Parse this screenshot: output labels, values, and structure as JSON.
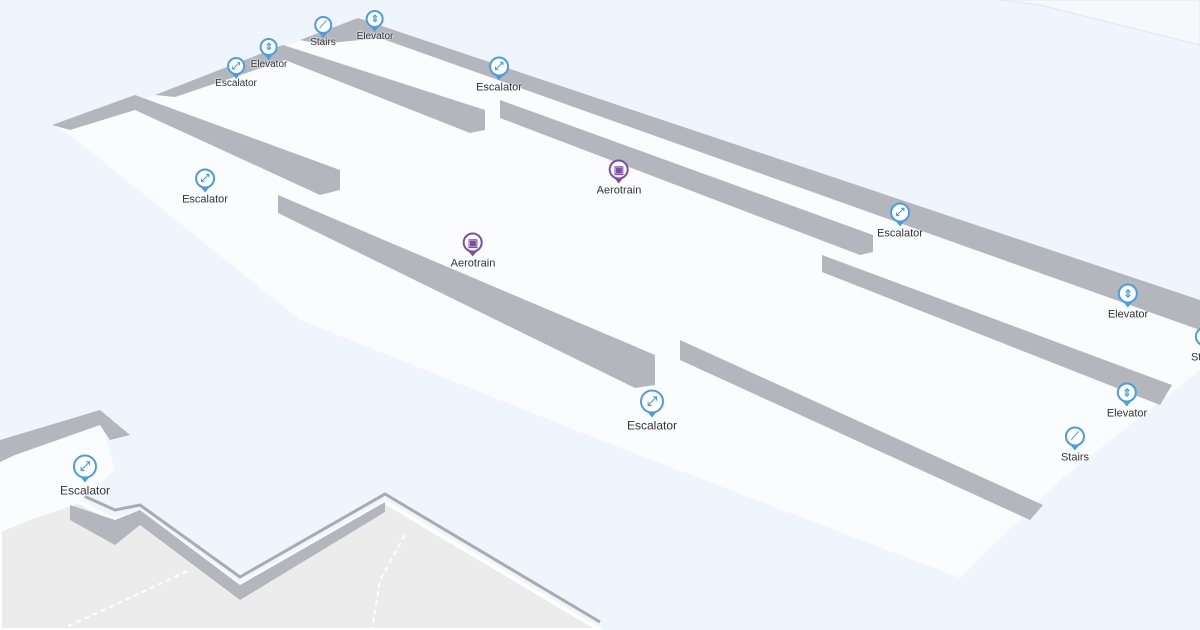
{
  "colors": {
    "poi": "#4a9ede",
    "aerotrain": "#7b4fa8",
    "wall": "#b3b6bd",
    "floor": "#fafcfe",
    "background": "#eef5fc",
    "terrain": "#ececec"
  },
  "markers": [
    {
      "label": "Stairs",
      "icon": "stairs-icon"
    },
    {
      "label": "Elevator",
      "icon": "elevator-icon"
    },
    {
      "label": "Elevator",
      "icon": "elevator-icon"
    },
    {
      "label": "Escalator",
      "icon": "escalator-icon"
    },
    {
      "label": "Escalator",
      "icon": "escalator-icon"
    },
    {
      "label": "Aerotrain",
      "icon": "train-icon"
    },
    {
      "label": "Escalator",
      "icon": "escalator-icon"
    },
    {
      "label": "Aerotrain",
      "icon": "train-icon"
    },
    {
      "label": "Escalator",
      "icon": "escalator-icon"
    },
    {
      "label": "Elevator",
      "icon": "elevator-icon"
    },
    {
      "label": "Stairs",
      "icon": "stairs-icon"
    },
    {
      "label": "Escalator",
      "icon": "escalator-icon"
    },
    {
      "label": "Elevator",
      "icon": "elevator-icon"
    },
    {
      "label": "Stairs",
      "icon": "stairs-icon"
    },
    {
      "label": "Escalator",
      "icon": "escalator-icon"
    }
  ]
}
